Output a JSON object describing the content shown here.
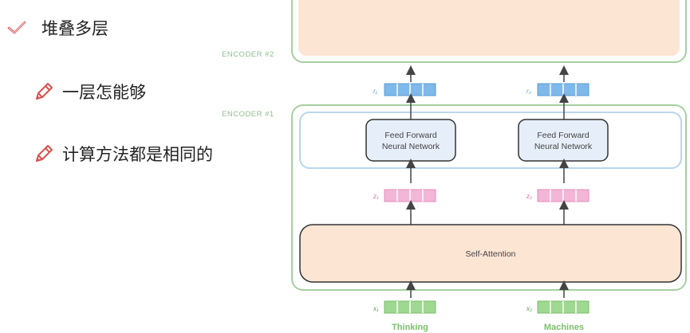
{
  "bullets": [
    {
      "text": "堆叠多层",
      "icon": "checkmark-icon"
    },
    {
      "text": "一层怎能够",
      "icon": "pencil-icon"
    },
    {
      "text": "计算方法都是相同的",
      "icon": "pencil-icon"
    }
  ],
  "diagram": {
    "encoder2_label": "ENCODER #2",
    "encoder1_label": "ENCODER #1",
    "ffn_line1": "Feed Forward",
    "ffn_line2": "Neural Network",
    "self_attention": "Self-Attention",
    "r1": "r₁",
    "r2": "r₂",
    "z1": "z₁",
    "z2": "z₂",
    "x1": "x₁",
    "x2": "x₂",
    "word1": "Thinking",
    "word2": "Machines"
  },
  "colors": {
    "accent_red": "#d9534f",
    "encoder_border": "#a6cfa0",
    "ffn_panel_border": "#b9d6ee",
    "r_vector": "#7fb8ea",
    "z_vector": "#f3b6d6",
    "x_vector": "#9fd890",
    "self_attention_fill": "#fde5d3",
    "word_green": "#7cc06c"
  }
}
